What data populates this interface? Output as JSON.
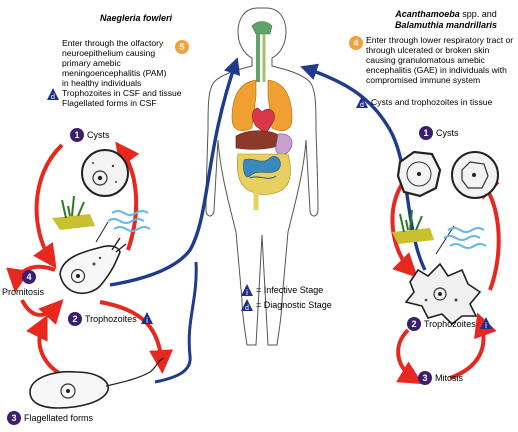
{
  "left": {
    "title": "Naegleria fowleri",
    "step5": "5",
    "entry_text": "Enter through the olfactory neuroepithelium causing primary amebic meningoencephalitis (PAM) in healthy individuals",
    "diag_text_1": "Trophozoites in CSF and tissue",
    "diag_text_2": "Flagellated forms in CSF",
    "step1": "1",
    "cysts": "Cysts",
    "step2": "2",
    "trophozoites": "Trophozoites",
    "step3": "3",
    "flagellated": "Flagellated forms",
    "step4": "4",
    "promitosis": "Promitosis"
  },
  "right": {
    "title_1": "Acanthamoeba",
    "title_1b": "spp. and",
    "title_2": "Balamuthia mandrillaris",
    "step4": "4",
    "entry_text": "Enter through lower respiratory tract or through ulcerated or broken skin causing granulomatous amebic encephalitis (GAE) in individuals with compromised immune system",
    "diag_text": "Cysts and trophozoites in tissue",
    "step1": "1",
    "cysts": "Cysts",
    "step2": "2",
    "trophozoites": "Trophozoites",
    "step3": "3",
    "mitosis": "Mitosis"
  },
  "legend": {
    "infective_symbol": "i",
    "infective": "= Infective Stage",
    "diagnostic_symbol": "d",
    "diagnostic": "= Diagnostic Stage"
  },
  "colors": {
    "cycle_arrow": "#e8271f",
    "path_arrow": "#1f3b8f",
    "marker": "#3a1f6e",
    "entry_marker": "#f4a03b"
  }
}
